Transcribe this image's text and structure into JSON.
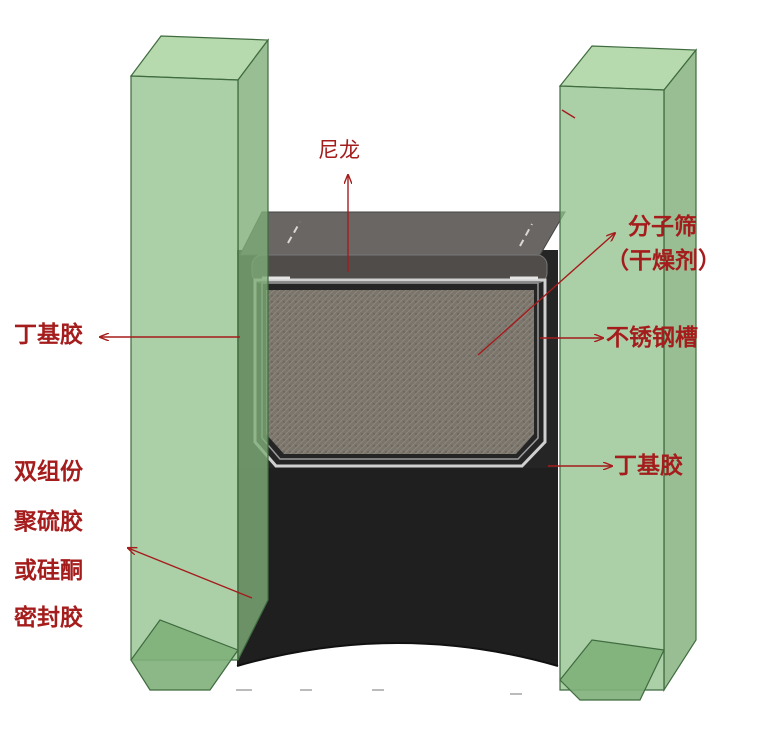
{
  "colors": {
    "glass_fill": "#8fbf8a",
    "glass_edge": "#3f6b3f",
    "spacer_black": "#1e1e1e",
    "nylon_gray": "#6b6866",
    "steel_edge": "#cfcfcf",
    "sieve_fill": "#7a746b",
    "label_red": "#a51c1c"
  },
  "labels": {
    "nylon": "尼龙",
    "molecular_sieve_line1": "分子筛",
    "molecular_sieve_line2": "（干燥剂）",
    "stainless_channel": "不锈钢槽",
    "butyl_left": "丁基胶",
    "butyl_right": "丁基胶",
    "sealant_line1": "双组份",
    "sealant_line2": "聚硫胶",
    "sealant_line3": "或硅酮",
    "sealant_line4": "密封胶"
  }
}
